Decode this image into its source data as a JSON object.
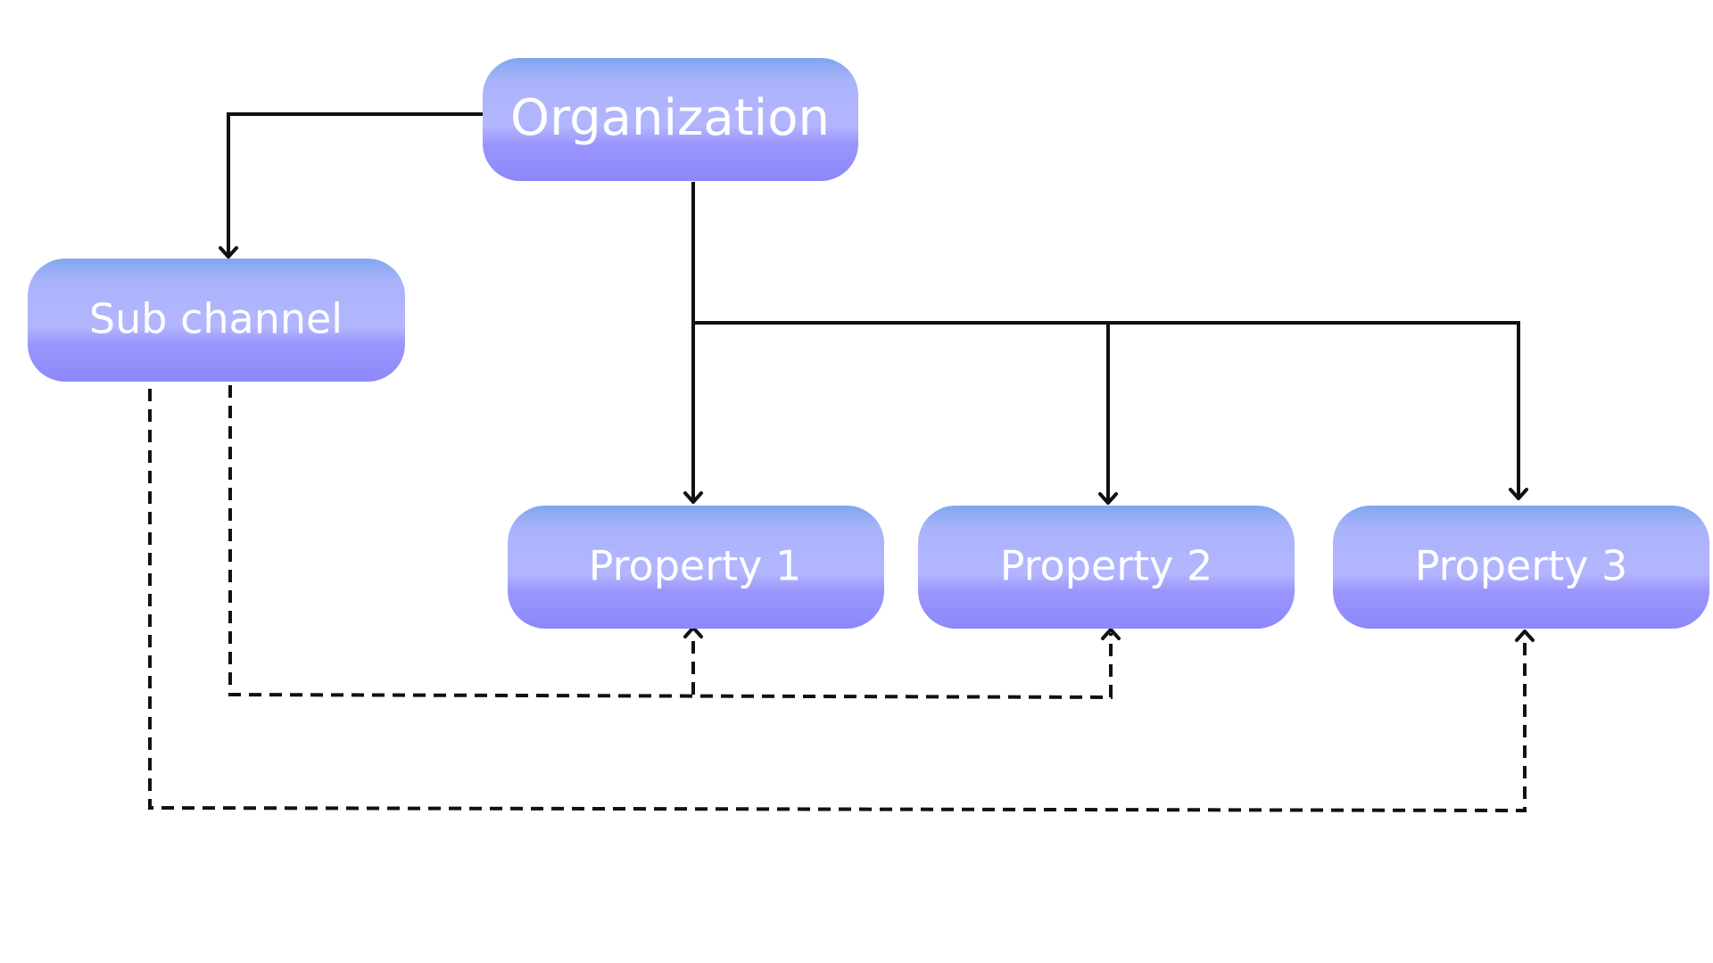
{
  "nodes": {
    "organization": {
      "label": "Organization"
    },
    "sub_channel": {
      "label": "Sub channel"
    },
    "property_1": {
      "label": "Property 1"
    },
    "property_2": {
      "label": "Property 2"
    },
    "property_3": {
      "label": "Property 3"
    }
  },
  "edges": [
    {
      "from": "organization",
      "to": "sub_channel",
      "style": "solid"
    },
    {
      "from": "organization",
      "to": "property_1",
      "style": "solid"
    },
    {
      "from": "organization",
      "to": "property_2",
      "style": "solid"
    },
    {
      "from": "organization",
      "to": "property_3",
      "style": "solid"
    },
    {
      "from": "sub_channel",
      "to": "property_1",
      "style": "dashed"
    },
    {
      "from": "sub_channel",
      "to": "property_2",
      "style": "dashed"
    },
    {
      "from": "sub_channel",
      "to": "property_3",
      "style": "dashed"
    }
  ],
  "colors": {
    "node_top": "#7fa6ef",
    "node_mid": "#b3b6ff",
    "node_bottom": "#8c88fb",
    "node_text": "#ffffff",
    "edge": "#111111"
  }
}
